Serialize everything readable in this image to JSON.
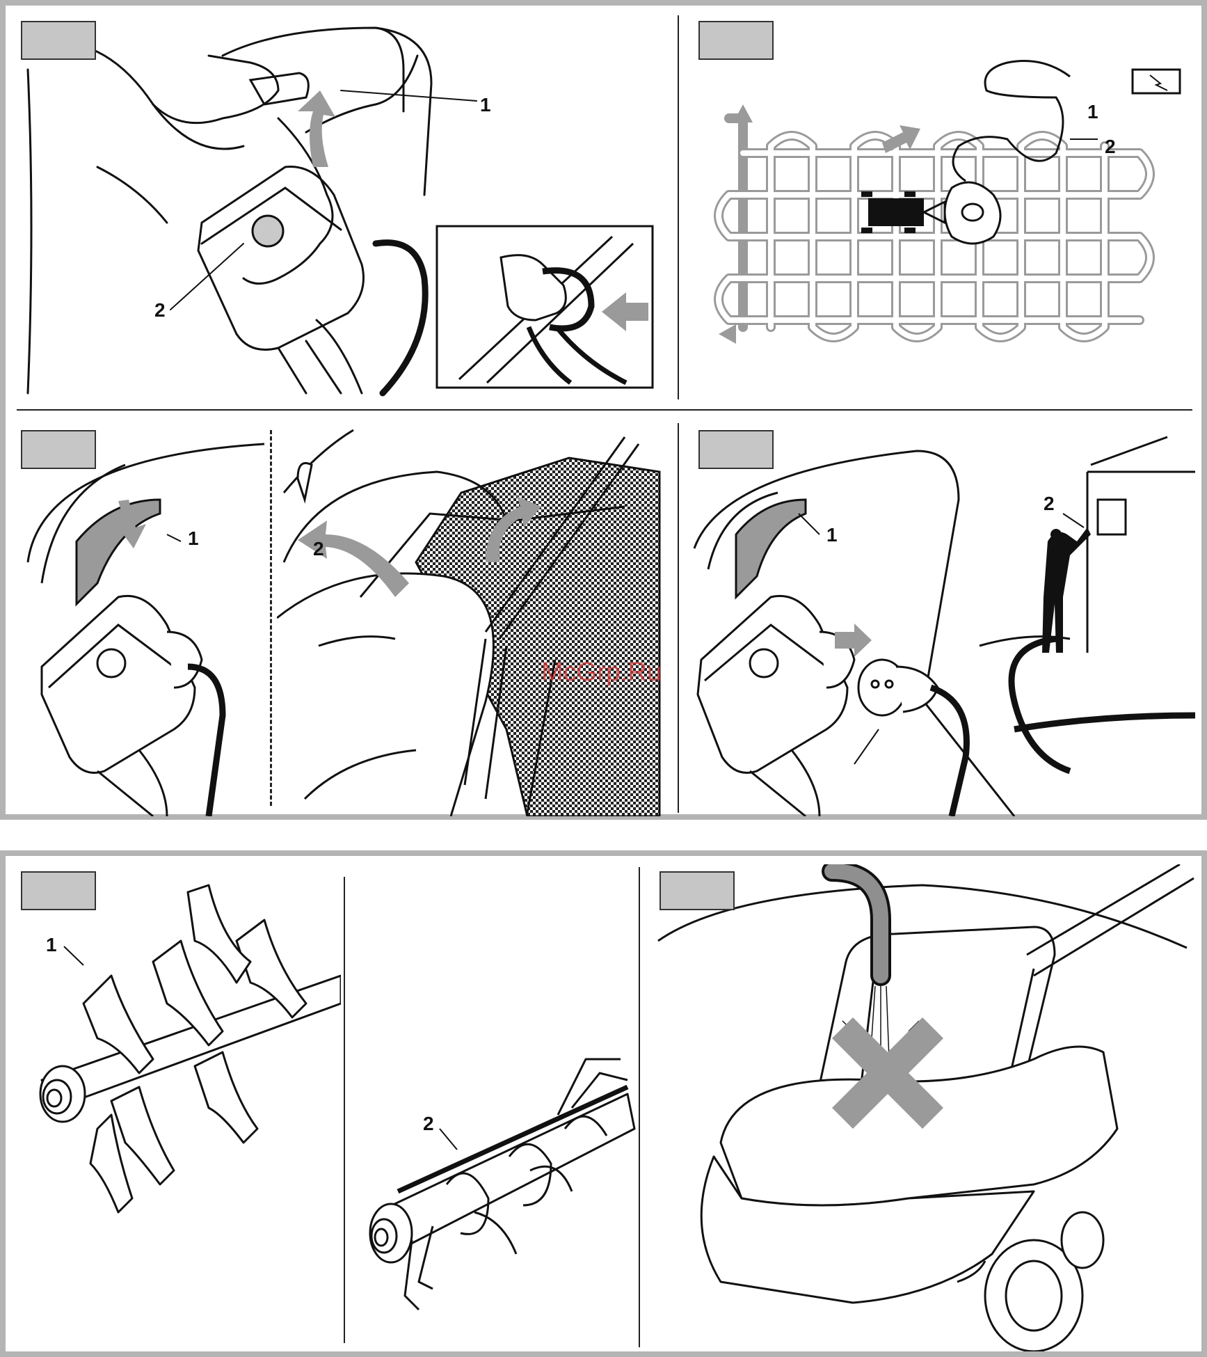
{
  "watermark": "McGrp.Ru",
  "colors": {
    "frame": "#b4b4b4",
    "tab": "#c6c6c6",
    "arrow": "#9a9a9a",
    "ink": "#111111",
    "watermark": "#d83a3a"
  },
  "panels": {
    "switch_start": {
      "labels": [
        "1",
        "2"
      ],
      "icons": [
        "hand-icon",
        "switch-lever-icon",
        "cable-clip-icon"
      ]
    },
    "mowing_pattern": {
      "labels": [
        "1",
        "2"
      ],
      "icons": [
        "power-outlet-icon",
        "mower-topview-icon",
        "arrow-icon"
      ]
    },
    "lever_release": {
      "labels": [
        "1"
      ],
      "icons": [
        "switch-lever-icon"
      ]
    },
    "grass_bag": {
      "labels": [
        "2"
      ],
      "icons": [
        "grass-bag-icon",
        "arrow-icon"
      ]
    },
    "unplug": {
      "labels": [
        "1",
        "2"
      ],
      "icons": [
        "plug-icon",
        "person-icon",
        "fuse-box-icon"
      ]
    },
    "blade_roller": {
      "labels": [
        "1"
      ],
      "icons": [
        "blade-roller-icon"
      ]
    },
    "spring_roller": {
      "labels": [
        "2"
      ],
      "icons": [
        "spring-roller-icon"
      ]
    },
    "no_water": {
      "labels": [],
      "icons": [
        "hose-icon",
        "prohibition-cross-icon",
        "mower-icon"
      ]
    }
  }
}
